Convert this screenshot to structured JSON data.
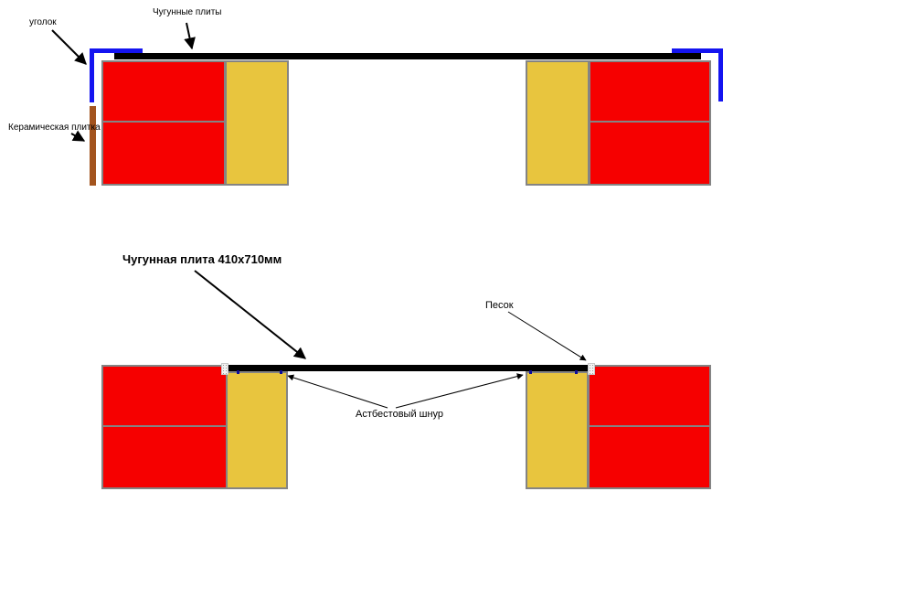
{
  "top_view": {
    "labels": {
      "angle": "уголок",
      "cast_iron_plates": "Чугунные плиты",
      "ceramic_tile": "Керамическая плитка"
    }
  },
  "bottom_view": {
    "labels": {
      "cast_iron_plate_size": "Чугунная плита 410x710мм",
      "sand": "Песок",
      "asbestos_cord": "Астбестовый шнур"
    }
  },
  "colors": {
    "background": "#ffffff",
    "brick_red": "#f60000",
    "fireclay_yellow": "#e8c53e",
    "mortar_gray": "#848484",
    "cast_iron_black": "#000000",
    "angle_blue": "#1414f0",
    "ceramic_brown": "#a3541e",
    "cord_blue": "#0d0d99",
    "arrow_black": "#000000"
  }
}
